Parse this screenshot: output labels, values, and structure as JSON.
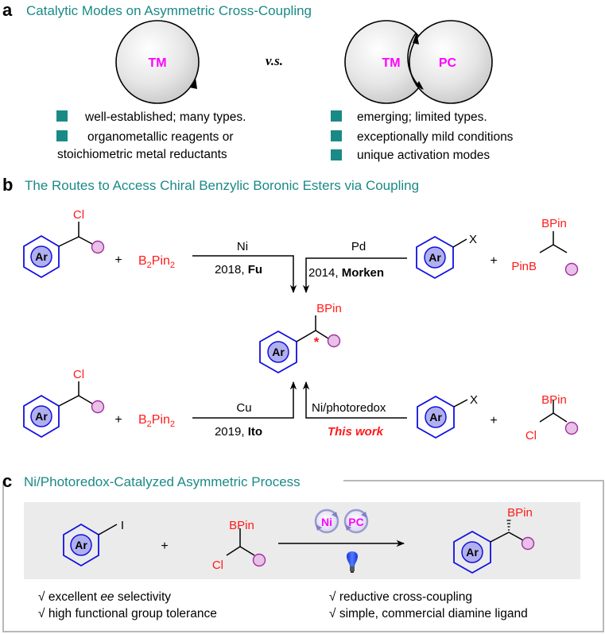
{
  "colors": {
    "section_title": "#1a8a86",
    "bullet": "#1a8a86",
    "red_text": "#ff1a1a",
    "magenta_text": "#ff00ff",
    "ring_blue": "#1010e0",
    "ar_fill": "#b0b0f0",
    "substituent_fill": "#e8c0e8",
    "substituent_stroke": "#a030a0",
    "panel_gray": "#ebebeb",
    "frame_gray": "#b8b8b8"
  },
  "section_a": {
    "letter": "a",
    "title": "Catalytic Modes on Asymmetric Cross-Coupling",
    "left_circle_label": "TM",
    "vs_label": "v.s.",
    "right_circle_labels": [
      "TM",
      "PC"
    ],
    "left_bullets": [
      "well-established; many types.",
      "organometallic reagents or",
      "stoichiometric metal reductants"
    ],
    "right_bullets": [
      "emerging; limited types.",
      "exceptionally mild conditions",
      "unique activation modes"
    ]
  },
  "section_b": {
    "letter": "b",
    "title": "The Routes to Access Chiral Benzylic Boronic Esters via Coupling",
    "ar_label": "Ar",
    "cl_label": "Cl",
    "x_label": "X",
    "plus": "+",
    "b2pin2_main": "B",
    "b2pin2_sub1": "2",
    "b2pin2_mid": "Pin",
    "b2pin2_sub2": "2",
    "bpin_label": "BPin",
    "pinb_label": "PinB",
    "stereo_mark": "*",
    "routes": {
      "fu": {
        "catalyst": "Ni",
        "year": "2018, ",
        "author": "Fu"
      },
      "morken": {
        "catalyst": "Pd",
        "year": "2014, ",
        "author": "Morken"
      },
      "ito": {
        "catalyst": "Cu",
        "year": "2019, ",
        "author": "Ito"
      },
      "this_work": {
        "catalyst": "Ni/photoredox",
        "note": "This work"
      }
    }
  },
  "section_c": {
    "letter": "c",
    "title": "Ni/Photoredox-Catalyzed Asymmetric Process",
    "ar_label": "Ar",
    "i_label": "I",
    "plus": "+",
    "bpin_label": "BPin",
    "cl_label": "Cl",
    "catalyst_icons": [
      "Ni",
      "PC"
    ],
    "light_icon": "blue-led-bulb",
    "check": "√",
    "features_left": [
      {
        "pre": "excellent ",
        "em": "ee",
        "post": " selectivity"
      },
      {
        "pre": " high functional group tolerance",
        "em": "",
        "post": ""
      }
    ],
    "features_right": [
      "reductive cross-coupling",
      "simple, commercial diamine ligand"
    ]
  }
}
